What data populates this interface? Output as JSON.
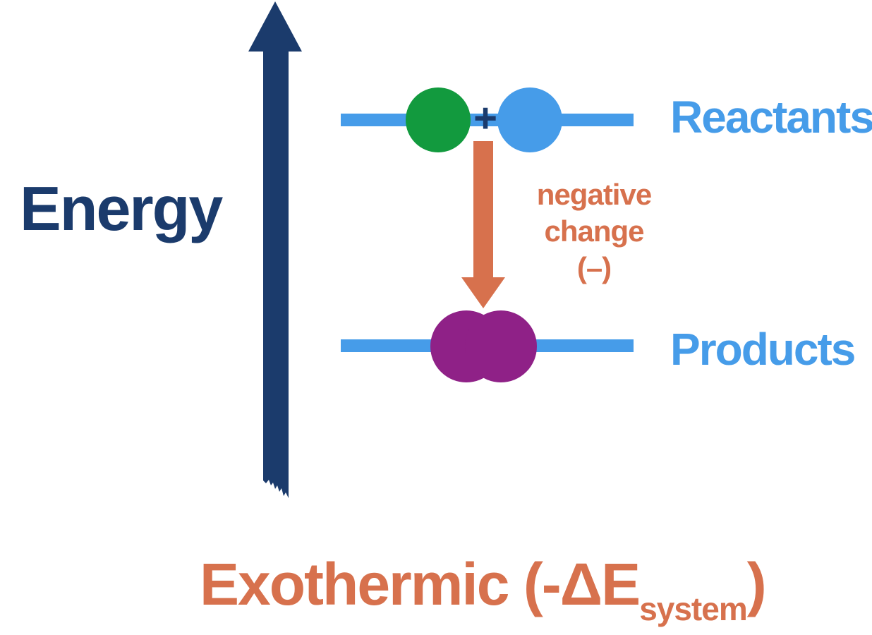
{
  "colors": {
    "background": "#ffffff",
    "navy": "#1B3B6C",
    "blue": "#469CE9",
    "green": "#129A3E",
    "purple": "#8F2187",
    "orange": "#D7714D"
  },
  "axis": {
    "label": "Energy"
  },
  "reactants": {
    "label": "Reactants",
    "plus_sign": "+"
  },
  "products": {
    "label": "Products"
  },
  "energy_change": {
    "line1": "negative",
    "line2": "change",
    "line3": "(–)"
  },
  "caption": {
    "prefix": "Exothermic (-ΔE",
    "subscript": "system",
    "suffix": ")"
  }
}
